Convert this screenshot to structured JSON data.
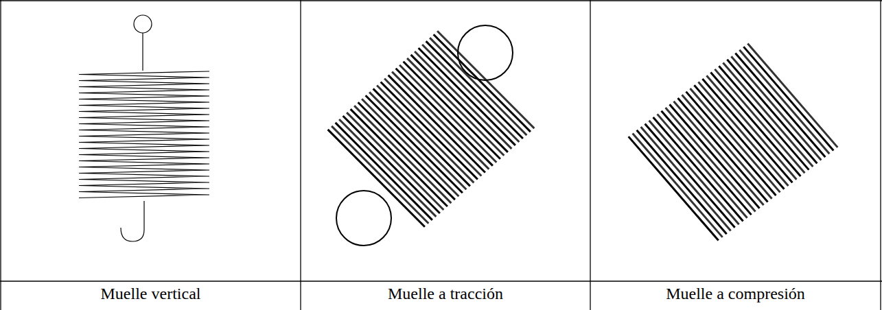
{
  "diagram": {
    "labels": [
      "Muelle vertical",
      "Muelle a tracción",
      "Muelle a compresión"
    ]
  }
}
